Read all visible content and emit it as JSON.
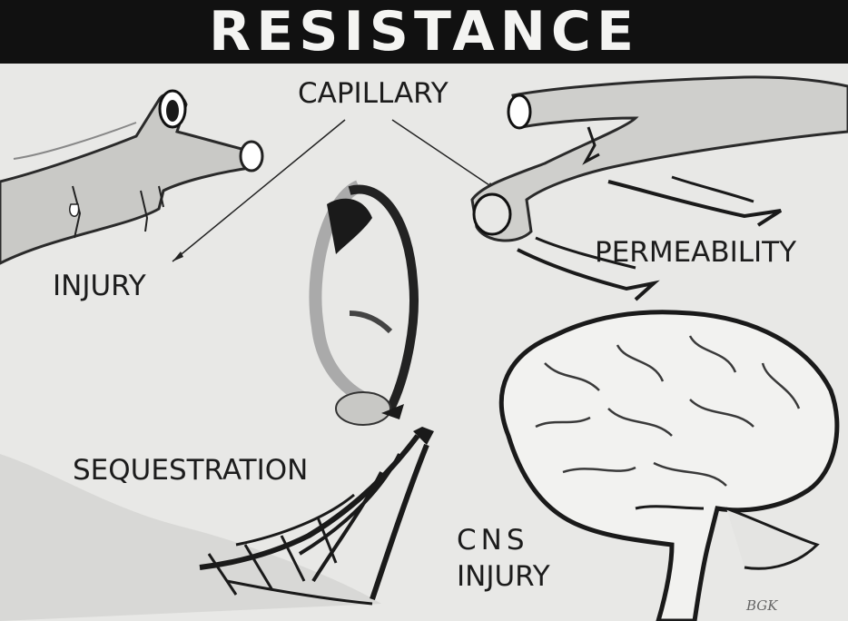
{
  "title": "RESISTANCE",
  "labels": {
    "capillary": "CAPILLARY",
    "injury": "INJURY",
    "permeability": "PERMEABILITY",
    "sequestration": "SEQUESTRATION",
    "cns": "CNS",
    "cns_injury": "INJURY"
  },
  "signature": "BGK",
  "colors": {
    "title_bar": "#111111",
    "title_text": "#f4f4f2",
    "background": "#e8e8e6",
    "ink": "#1c1c1c"
  }
}
